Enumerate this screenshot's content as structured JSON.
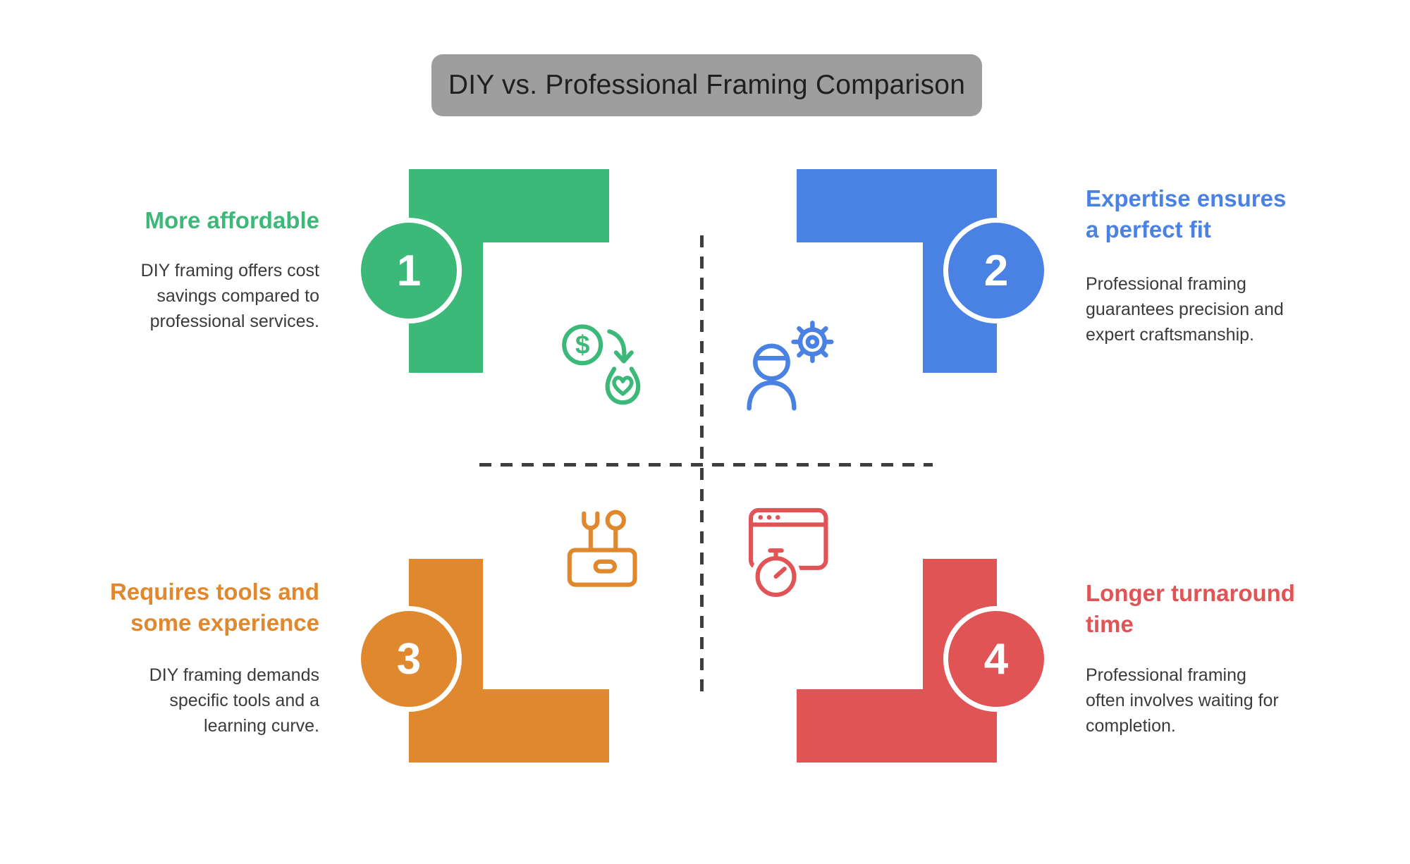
{
  "title": "DIY vs. Professional Framing Comparison",
  "colors": {
    "green": "#3cb878",
    "blue": "#4a82e4",
    "orange": "#e0882d",
    "red": "#e05456",
    "title-bg": "#9e9e9e",
    "title-text": "#1f1f1f",
    "body-text": "#3b3b3b",
    "dash": "#3f3f3f"
  },
  "items": [
    {
      "number": "1",
      "heading": "More affordable",
      "description": "DIY framing offers cost\nsavings compared to\nprofessional services.",
      "color": "#3cb878",
      "icon": "money-savings-icon"
    },
    {
      "number": "2",
      "heading": "Expertise ensures\na perfect fit",
      "description": "Professional framing\nguarantees precision and\nexpert craftsmanship.",
      "color": "#4a82e4",
      "icon": "person-gear-icon"
    },
    {
      "number": "3",
      "heading": "Requires tools and\nsome experience",
      "description": "DIY framing demands\nspecific tools and a\nlearning curve.",
      "color": "#e0882d",
      "icon": "toolbox-icon"
    },
    {
      "number": "4",
      "heading": "Longer turnaround\ntime",
      "description": "Professional framing\noften involves waiting for\ncompletion.",
      "color": "#e05456",
      "icon": "timer-window-icon"
    }
  ]
}
